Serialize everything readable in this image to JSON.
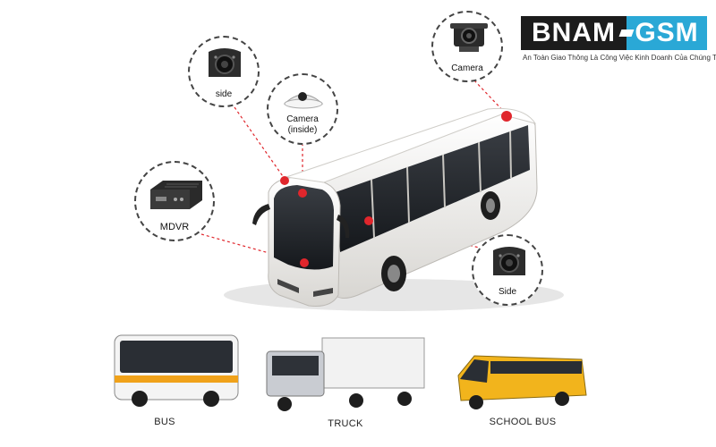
{
  "logo": {
    "left_text": "BNAM",
    "right_text": "GSM",
    "tagline": "An Toàn Giao Thông Là Công Việc Kinh Doanh Của Chúng Tôi"
  },
  "callouts": {
    "side_top": "side",
    "camera_inside_line1": "Camera",
    "camera_inside_line2": "(inside)",
    "camera_roof": "Camera",
    "mdvr": "MDVR",
    "side_right": "Side"
  },
  "vehicles": {
    "bus": "BUS",
    "truck": "TRUCK",
    "school_bus": "SCHOOL BUS"
  },
  "colors": {
    "marker": "#e0262c",
    "logo_dark": "#1c1c1c",
    "logo_accent": "#2aa8d6",
    "bus_body": "#f2f0ec",
    "school_bus": "#f2b41c"
  }
}
